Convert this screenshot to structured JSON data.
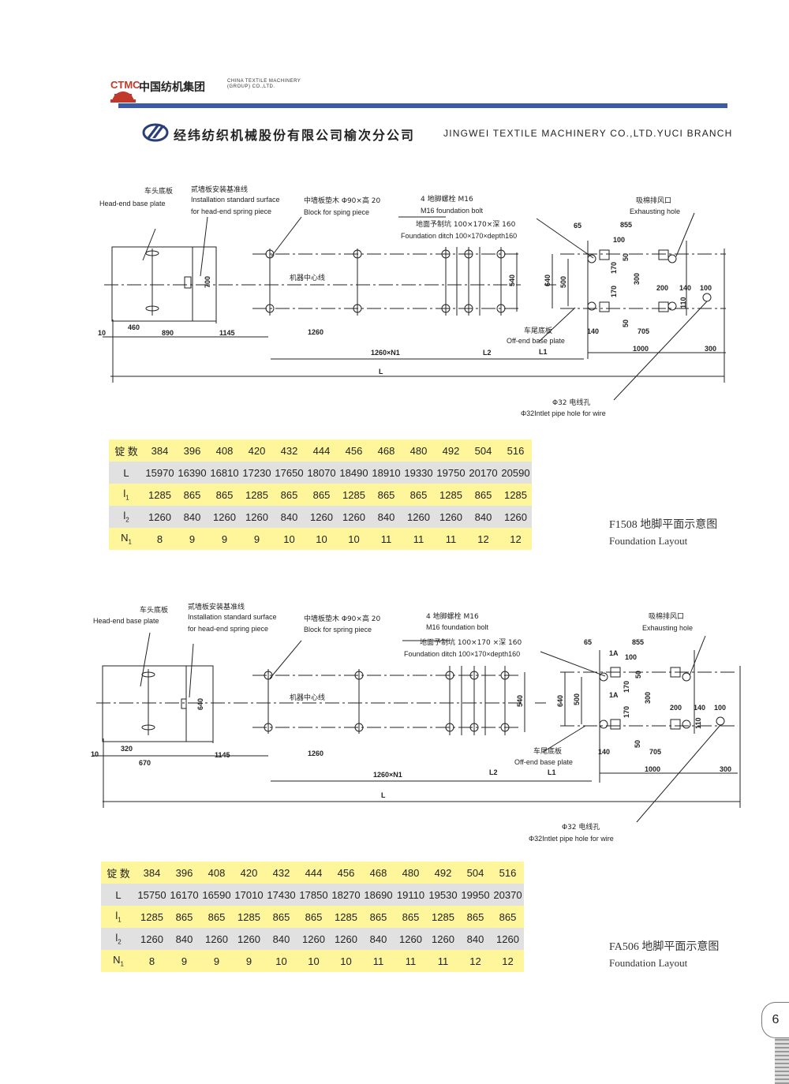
{
  "header": {
    "group_logo": "CTMC",
    "group_name_cn": "中国纺机集团",
    "group_name_en": "CHINA TEXTILE MACHINERY (GROUP) CO.,LTD.",
    "company_cn": "经纬纺织机械股份有限公司榆次分公司",
    "company_en": "JINGWEI TEXTILE MACHINERY CO.,LTD.YUCI BRANCH"
  },
  "colors": {
    "rule": "#3d5aa8",
    "yellow_row": "#fff59a",
    "grey_row": "#e1e1e1"
  },
  "drawing1": {
    "head_end_cn": "车头底板",
    "head_end_en": "Head-end base plate",
    "install_cn": "贰墙板安装基准线",
    "install_en1": "Installation standard surface",
    "install_en2": "for head-end spring piece",
    "block_cn": "中墙板垫木 Φ90×高 20",
    "block_en": "Block for sping piece",
    "bolt_cn": "4 地脚螺栓 M16",
    "bolt_en": "M16 foundation bolt",
    "ditch_cn": "地面予制坑 100×170×深 160",
    "ditch_en": "Foundation ditch 100×170×depth160",
    "exhaust_cn": "吸棉排风口",
    "exhaust_en": "Exhausting hole",
    "center_cn": "机器中心线",
    "offend_cn": "车尾底板",
    "offend_en": "Off-end base plate",
    "wire_cn": "Φ32 电线孔",
    "wire_en": "Φ32Intlet pipe hole for wire",
    "d10": "10",
    "d460": "460",
    "d890": "890",
    "d1145": "1145",
    "d1260": "1260",
    "d1260n1": "1260×N1",
    "dL2": "L2",
    "dL1": "L1",
    "d1000": "1000",
    "d300": "300",
    "dL": "L",
    "d700": "700",
    "d540": "540",
    "d640": "640",
    "d500": "500",
    "d65": "65",
    "d855": "855",
    "d100": "100",
    "d50a": "50",
    "d170a": "170",
    "d170b": "170",
    "d300v": "300",
    "d200": "200",
    "d140h": "140",
    "d100b": "100",
    "d110": "110",
    "d50b": "50",
    "d140": "140",
    "d705": "705"
  },
  "table1": {
    "header": "锭 数",
    "spindles": [
      "384",
      "396",
      "408",
      "420",
      "432",
      "444",
      "456",
      "468",
      "480",
      "492",
      "504",
      "516"
    ],
    "rows": [
      {
        "label": "L",
        "values": [
          "15970",
          "16390",
          "16810",
          "17230",
          "17650",
          "18070",
          "18490",
          "18910",
          "19330",
          "19750",
          "20170",
          "20590"
        ]
      },
      {
        "label": "l1",
        "values": [
          "1285",
          "865",
          "865",
          "1285",
          "865",
          "865",
          "1285",
          "865",
          "865",
          "1285",
          "865",
          "1285"
        ]
      },
      {
        "label": "l2",
        "values": [
          "1260",
          "840",
          "1260",
          "1260",
          "840",
          "1260",
          "1260",
          "840",
          "1260",
          "1260",
          "840",
          "1260"
        ]
      },
      {
        "label": "N1",
        "values": [
          "8",
          "9",
          "9",
          "9",
          "10",
          "10",
          "10",
          "11",
          "11",
          "11",
          "12",
          "12"
        ]
      }
    ],
    "caption_cn": "F1508 地脚平面示意图",
    "caption_en": "Foundation Layout"
  },
  "drawing2": {
    "head_end_cn": "车头底板",
    "head_end_en": "Head-end base plate",
    "install_cn": "贰墙板安装基准线",
    "install_en1": "Installation standard surface",
    "install_en2": "for head-end spring piece",
    "block_cn": "中墙板垫木 Φ90×高 20",
    "block_en": "Block for spring piece",
    "bolt_cn": "4 地脚螺栓 M16",
    "bolt_en": "M16 foundation bolt",
    "ditch_cn": "地面予制坑 100×170 ×深 160",
    "ditch_en": "Foundation ditch 100×170×depth160",
    "exhaust_cn": "吸棉排风口",
    "exhaust_en": "Exhausting hole",
    "center_cn": "机器中心线",
    "offend_cn": "车尾底板",
    "offend_en": "Off-end base plate",
    "wire_cn": "Φ32 电线孔",
    "wire_en": "Φ32Intlet pipe hole for wire",
    "d10": "10",
    "d320": "320",
    "d670": "670",
    "d1145": "1145",
    "d1260": "1260",
    "d1260n1": "1260×N1",
    "dL2": "L2",
    "dL1": "L1",
    "d1000": "1000",
    "d300": "300",
    "dL": "L",
    "d640a": "640",
    "d540": "540",
    "d640": "640",
    "d500": "500",
    "d65": "65",
    "d855": "855",
    "d1A1": "1A",
    "d1A2": "1A",
    "d100": "100",
    "d50a": "50",
    "d170a": "170",
    "d170b": "170",
    "d300v": "300",
    "d200": "200",
    "d140h": "140",
    "d100b": "100",
    "d110": "110",
    "d50b": "50",
    "d140": "140",
    "d705": "705"
  },
  "table2": {
    "header": "锭 数",
    "spindles": [
      "384",
      "396",
      "408",
      "420",
      "432",
      "444",
      "456",
      "468",
      "480",
      "492",
      "504",
      "516"
    ],
    "rows": [
      {
        "label": "L",
        "values": [
          "15750",
          "16170",
          "16590",
          "17010",
          "17430",
          "17850",
          "18270",
          "18690",
          "19110",
          "19530",
          "19950",
          "20370"
        ]
      },
      {
        "label": "l1",
        "values": [
          "1285",
          "865",
          "865",
          "1285",
          "865",
          "865",
          "1285",
          "865",
          "865",
          "1285",
          "865",
          "865"
        ]
      },
      {
        "label": "l2",
        "values": [
          "1260",
          "840",
          "1260",
          "1260",
          "840",
          "1260",
          "1260",
          "840",
          "1260",
          "1260",
          "840",
          "1260"
        ]
      },
      {
        "label": "N1",
        "values": [
          "8",
          "9",
          "9",
          "9",
          "10",
          "10",
          "10",
          "11",
          "11",
          "11",
          "12",
          "12"
        ]
      }
    ],
    "caption_cn": "FA506 地脚平面示意图",
    "caption_en": "Foundation Layout"
  },
  "page_number": "6"
}
